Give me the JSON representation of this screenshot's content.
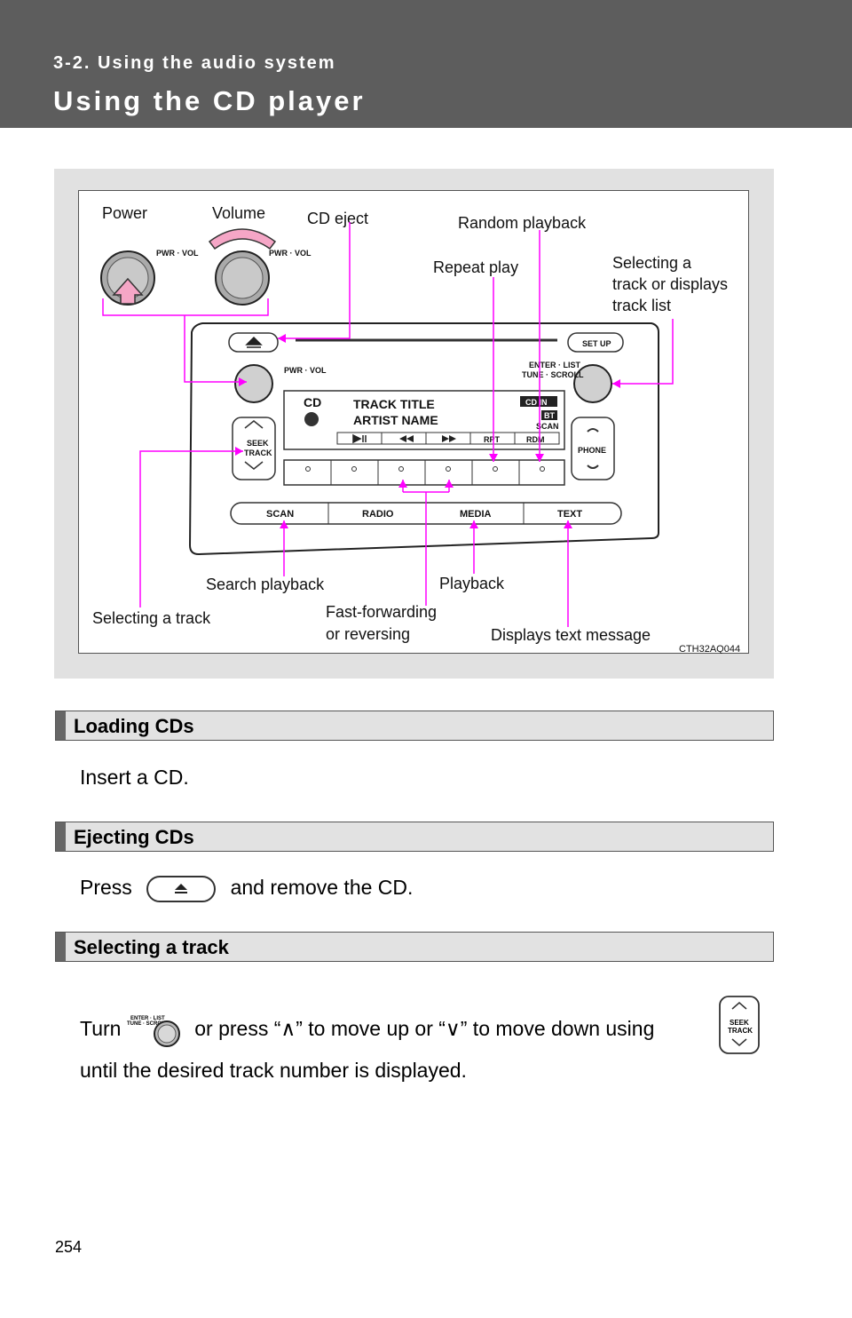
{
  "header": {
    "section": "3-2. Using the audio system",
    "title": "Using the CD player"
  },
  "figure": {
    "labels": {
      "power": "Power",
      "volume": "Volume",
      "cd_eject": "CD eject",
      "random_playback": "Random playback",
      "repeat_play": "Repeat play",
      "selecting_track_list_1": "Selecting a",
      "selecting_track_list_2": "track or displays",
      "selecting_track_list_3": "track list",
      "search_playback": "Search playback",
      "playback": "Playback",
      "selecting_a_track": "Selecting a track",
      "fast_forward_1": "Fast-forwarding",
      "fast_forward_2": "or reversing",
      "displays_text": "Displays text message",
      "code": "CTH32AQ044"
    },
    "unit": {
      "pwr_vol": "PWR · VOL",
      "set_up": "SET UP",
      "enter_list": "ENTER · LIST",
      "tune_scroll": "TUNE · SCROLL",
      "seek": "SEEK",
      "track": "TRACK",
      "phone": "PHONE",
      "display_cd": "CD",
      "track_title": "TRACK TITLE",
      "artist_name": "ARTIST NAME",
      "badge_cd_in": "CD IN",
      "badge_bt": "BT",
      "scan_indicator": "SCAN",
      "rpt": "RPT",
      "rdm": "RDM",
      "btn_scan": "SCAN",
      "btn_radio": "RADIO",
      "btn_media": "MEDIA",
      "btn_text": "TEXT"
    }
  },
  "sections": [
    {
      "heading": "Loading CDs",
      "body": "Insert a CD."
    },
    {
      "heading": "Ejecting CDs",
      "body_before": "Press",
      "body_after": "and remove the CD."
    },
    {
      "heading": "Selecting a track",
      "body_turn": "Turn",
      "body_mid": "or press “∧” to move up or “∨” to move down using",
      "body_end": "until the desired track number is displayed.",
      "knob_label_1": "ENTER · LIST",
      "knob_label_2": "TUNE · SCROLL",
      "seek_label_1": "SEEK",
      "seek_label_2": "TRACK"
    }
  ],
  "page_number": "254",
  "colors": {
    "header_bg": "#5d5d5d",
    "callout": "#ff00ff",
    "section_bg": "#e2e2e2"
  }
}
